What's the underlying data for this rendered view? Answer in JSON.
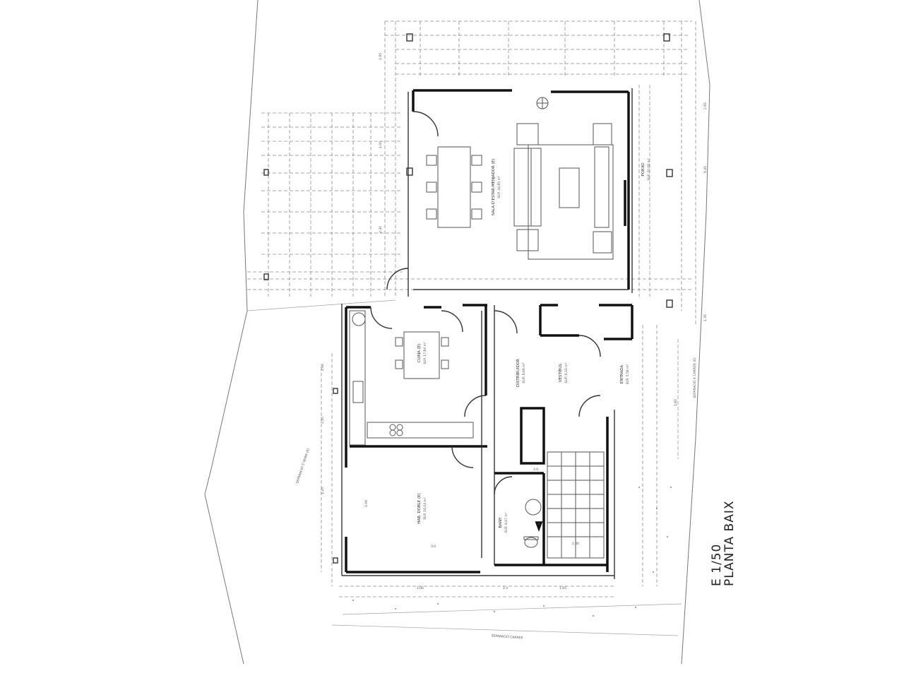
{
  "plan": {
    "scale": "E 1/50",
    "title": "PLANTA BAIX",
    "rooms": [
      {
        "id": "sala",
        "label": "SALA D'ESTAR-MENJADOR (E)",
        "area": "SUP. 44,85 m²"
      },
      {
        "id": "porxo",
        "label": "PORXO",
        "area": "SUP. 20,08 m²"
      },
      {
        "id": "cuina",
        "label": "CUINA (E)",
        "area": "SUP. 17,84 m²"
      },
      {
        "id": "distribuidor",
        "label": "DISTRIBUIDOR",
        "area": "SUP. 8,69 m²"
      },
      {
        "id": "vestibul",
        "label": "VESTIBUL",
        "area": "SUP. 6,33 m²"
      },
      {
        "id": "entrada",
        "label": "ENTRADA",
        "area": "SUP. 5,58 m²"
      },
      {
        "id": "bany",
        "label": "BANY",
        "area": "SUP. 4,47 m²"
      },
      {
        "id": "habitacio",
        "label": "HAB. DOBLE (E)",
        "area": "SUP. 16,04 m²"
      }
    ],
    "boundaries": {
      "left": "SEPARACIO 3 VEINS (E)",
      "bottom": "SEPARACIO CARRER",
      "right": "SEPARACIO A CARRER (E)"
    },
    "dims": [
      "2.66",
      "2.10",
      "1.20",
      "1.06",
      "3.0",
      "1.00",
      "2.4",
      "1.65",
      "3.0",
      "2.40",
      "1.95",
      "1.00",
      "2.30",
      "9.45",
      "2.65",
      "1.60",
      "1.35"
    ]
  }
}
